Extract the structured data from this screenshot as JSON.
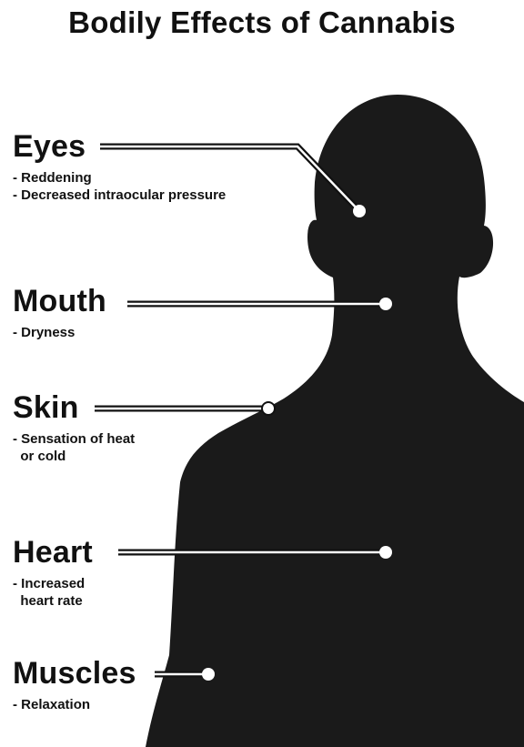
{
  "title": "Bodily Effects of Cannabis",
  "colors": {
    "silhouette": "#1a1a1a",
    "background": "#ffffff",
    "text": "#111111",
    "callout_line": "#ffffff"
  },
  "effects": [
    {
      "part": "Eyes",
      "items": [
        "- Reddening",
        "- Decreased intraocular pressure"
      ]
    },
    {
      "part": "Mouth",
      "items": [
        "- Dryness"
      ]
    },
    {
      "part": "Skin",
      "items": [
        "- Sensation of heat",
        "  or cold"
      ]
    },
    {
      "part": "Heart",
      "items": [
        "- Increased",
        "  heart rate"
      ]
    },
    {
      "part": "Muscles",
      "items": [
        "- Relaxation"
      ]
    }
  ]
}
